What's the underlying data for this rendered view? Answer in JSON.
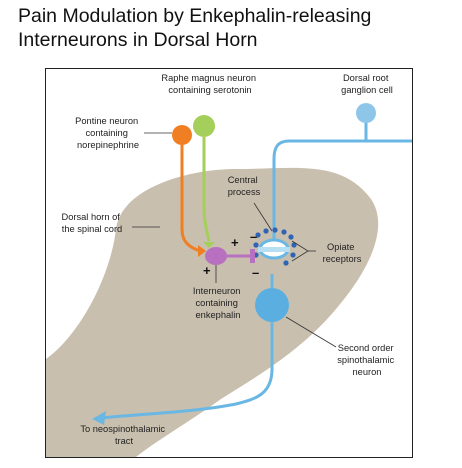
{
  "title": {
    "line1": "Pain Modulation by Enkephalin-releasing",
    "line2": "Interneurons in Dorsal Horn"
  },
  "diagram": {
    "labels": {
      "raphe": [
        "Raphe magnus neuron",
        "containing serotonin"
      ],
      "drg": [
        "Dorsal root",
        "ganglion cell"
      ],
      "pontine": [
        "Pontine neuron",
        "containing",
        "norepinephrine"
      ],
      "central_process": [
        "Central",
        "process"
      ],
      "dorsal_horn": [
        "Dorsal horn of",
        "the spinal cord"
      ],
      "opiate": [
        "Opiate",
        "receptors"
      ],
      "interneuron": [
        "Interneuron",
        "containing",
        "enkephalin"
      ],
      "second_order": [
        "Second order",
        "spinothalamic",
        "neuron"
      ],
      "tract": [
        "To neospinothalamic",
        "tract"
      ]
    },
    "signs": {
      "plus_top": "+",
      "plus_bottom": "+",
      "minus_top": "–",
      "minus_bottom": "–"
    },
    "colors": {
      "dorsal_horn": "#c9bfae",
      "blue_neuron": "#6ab7e3",
      "blue_body": "#5aaee0",
      "orange_neuron": "#f07f24",
      "green_neuron": "#a4cf5a",
      "interneuron": "#b871c0",
      "receptor_dots": "#2f63b4"
    }
  }
}
